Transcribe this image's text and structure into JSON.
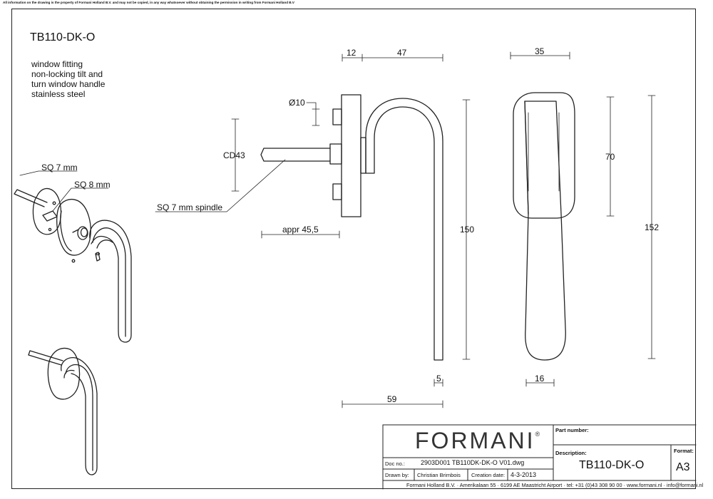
{
  "disclaimer": "All information on the drawing is the property of Formani Holland B.V. and may not be copied, in any way whatsoever without obtaining the permission in writing from Formani Holland B.V",
  "title": "TB110-DK-O",
  "description": [
    "window fitting",
    "non-locking tilt and",
    "turn window handle",
    "stainless steel"
  ],
  "labels": {
    "sq7": "SQ 7 mm",
    "sq8": "SQ 8 mm",
    "sq7spindle": "SQ 7 mm spindle",
    "diameter": "Ø10",
    "cd": "CD43",
    "appr": "appr 45,5"
  },
  "dimensions": {
    "d12": "12",
    "d47": "47",
    "d35": "35",
    "d70": "70",
    "d150": "150",
    "d152": "152",
    "d5": "5",
    "d16": "16",
    "d59": "59"
  },
  "title_block": {
    "logo": "FORMANI",
    "logo_mark": "®",
    "part_number_label": "Part number:",
    "description_label": "Description:",
    "description_value": "TB110-DK-O",
    "format_label": "Format:",
    "format_value": "A3",
    "doc_no_label": "Doc no.:",
    "doc_no_value": "2903D001 TB110DK-DK-O V01.dwg",
    "drawn_by_label": "Drawn by:",
    "drawn_by_value": "Christian Brimbois",
    "creation_date_label": "Creation date:",
    "creation_date_value": "4-3-2013",
    "footer": "Formani Holland B.V.  ·  Amerikalaan 55  ·  6199 AE Maastricht Airport  ·  tel: +31 (0)43 308 90 00  ·  www.formani.nl  ·  info@formani.nl"
  }
}
